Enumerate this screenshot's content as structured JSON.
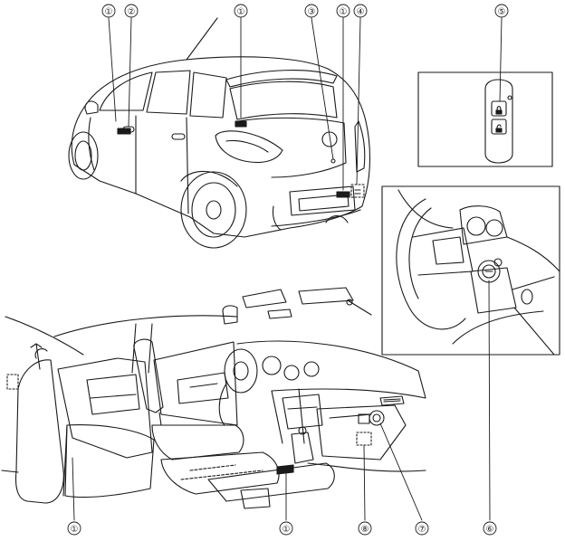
{
  "callouts": [
    {
      "id": "c1a",
      "label": "①"
    },
    {
      "id": "c2",
      "label": "②"
    },
    {
      "id": "c1b",
      "label": "①"
    },
    {
      "id": "c3",
      "label": "③"
    },
    {
      "id": "c1c",
      "label": "①"
    },
    {
      "id": "c4",
      "label": "④"
    },
    {
      "id": "c5",
      "label": "⑤"
    },
    {
      "id": "c1d",
      "label": "①"
    },
    {
      "id": "c1e",
      "label": "①"
    },
    {
      "id": "c8",
      "label": "⑧"
    },
    {
      "id": "c7",
      "label": "⑦"
    },
    {
      "id": "c6",
      "label": "⑥"
    }
  ],
  "colors": {
    "line": "#1a1a1a",
    "paper": "#ffffff"
  }
}
